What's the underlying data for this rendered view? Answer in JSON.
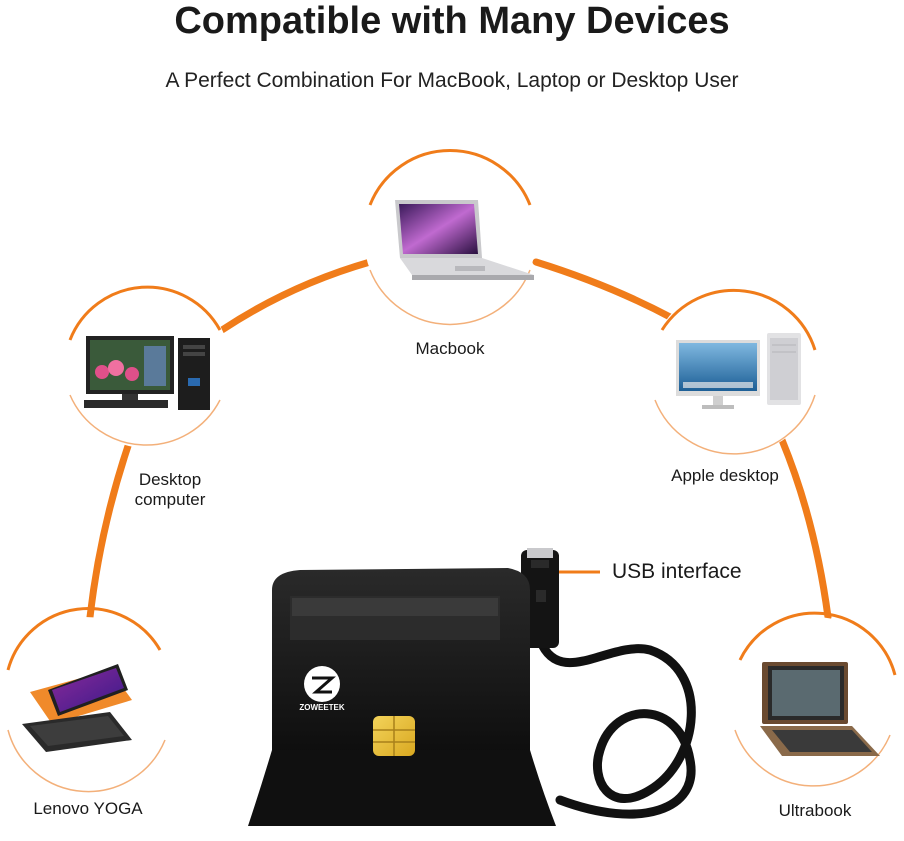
{
  "header": {
    "title": "Compatible with Many Devices",
    "subtitle": "A Perfect Combination For MacBook, Laptop or Desktop User"
  },
  "devices": {
    "macbook": "Macbook",
    "desktop_line1": "Desktop",
    "desktop_line2": "computer",
    "apple_desktop": "Apple desktop",
    "lenovo_yoga": "Lenovo YOGA",
    "ultrabook": "Ultrabook"
  },
  "product": {
    "usb_label": "USB interface",
    "brand_text": "ZOWEETEK"
  },
  "colors": {
    "accent": "#f07c1a",
    "device_body": "#151515"
  }
}
